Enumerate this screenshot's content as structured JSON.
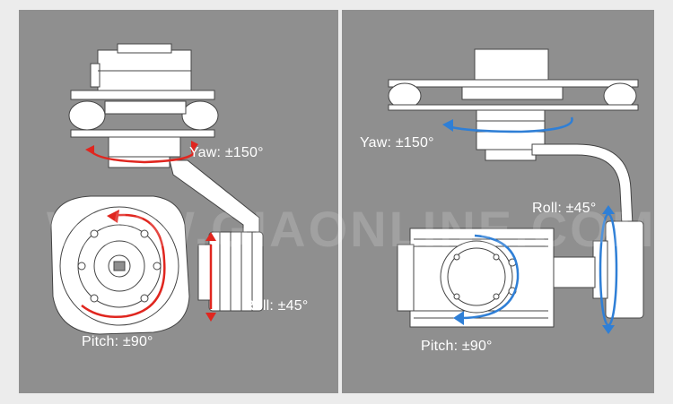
{
  "left_panel": {
    "yaw_label": "Yaw:  ±150°",
    "roll_label": "Roll: ±45°",
    "pitch_label": "Pitch: ±90°"
  },
  "right_panel": {
    "yaw_label": "Yaw:  ±150°",
    "roll_label": "Roll: ±45°",
    "pitch_label": "Pitch: ±90°"
  },
  "watermark": "WWW.GIAONLINE.COM",
  "colors": {
    "panel_bg": "#8f8f8f",
    "page_bg": "#ececec",
    "left_arrow": "#e0261f",
    "right_arrow": "#2f7fd6",
    "line_art": "#ffffff",
    "outline": "#444444"
  }
}
